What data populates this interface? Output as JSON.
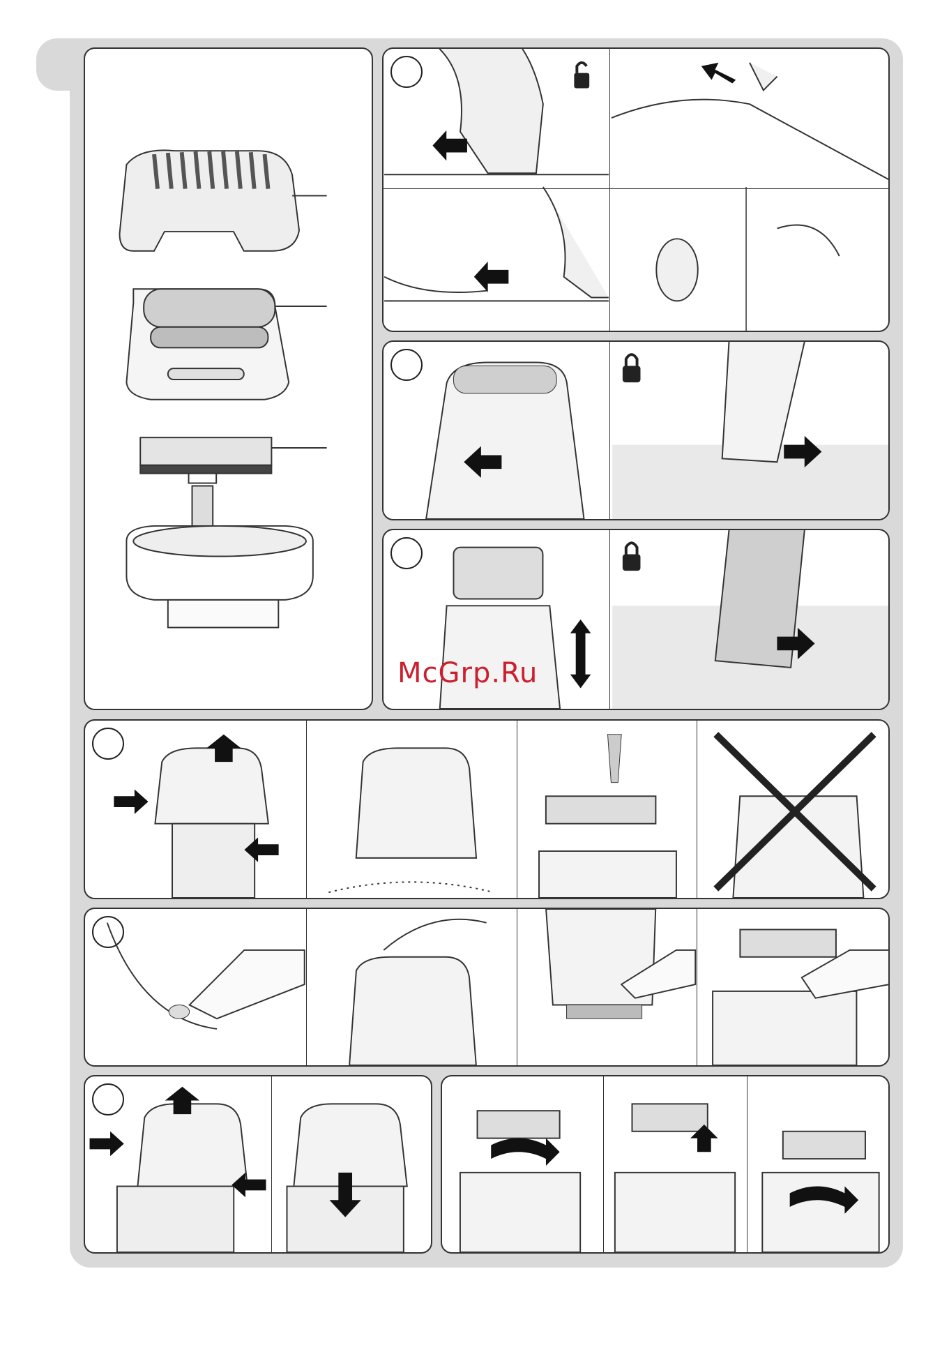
{
  "watermark": "McGrp.Ru",
  "colors": {
    "frame": "#d9d9d9",
    "panel": "#ffffff",
    "outline": "#333333",
    "watermark": "#cc1f2e"
  },
  "panels": {
    "parts": {
      "parts": [
        "comb-attachment",
        "shaver-head",
        "trimmer",
        "device-top"
      ]
    },
    "step1": {
      "icons": [
        "unlocked-padlock-icon",
        "arrow-icon"
      ]
    },
    "step2": {
      "icons": [
        "locked-padlock-icon",
        "arrow-icon"
      ]
    },
    "step3": {
      "icons": [
        "locked-padlock-icon",
        "arrow-icon",
        "double-arrow-icon"
      ]
    },
    "step4": {
      "icons": [
        "press-arrow-icon",
        "brush-icon",
        "cross-mark-icon"
      ]
    },
    "step5": {
      "icons": [
        "oil-bottle-icon",
        "oil-drop-icon"
      ]
    },
    "step6": {
      "icons": [
        "press-arrow-icon",
        "rotate-arrow-icon"
      ]
    }
  }
}
